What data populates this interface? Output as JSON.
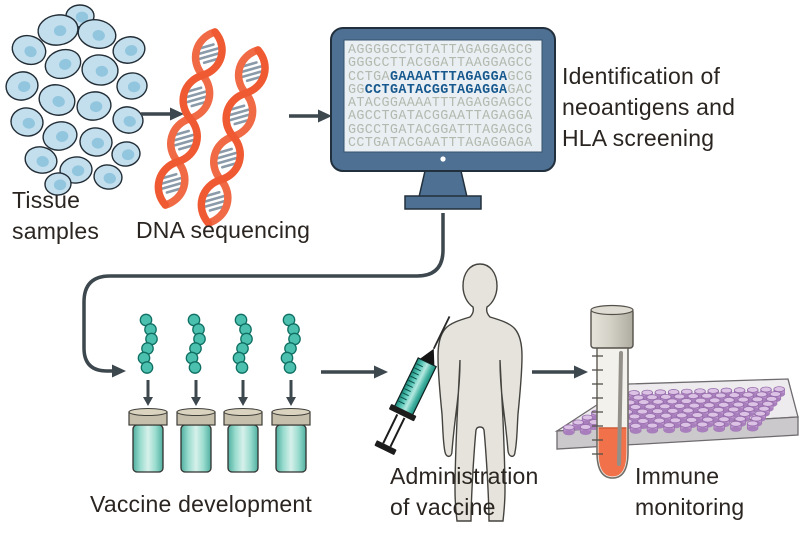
{
  "labels": {
    "tissue": "Tissue\nsamples",
    "dna": "DNA sequencing",
    "identification": "Identification of\nneoantigens and\nHLA screening",
    "vaccine": "Vaccine development",
    "administration": "Administration\nof vaccine",
    "immune": "Immune\nmonitoring"
  },
  "monitor": {
    "lines": [
      {
        "pre": "AGGGGCCTGTATTAGAGGAGCG",
        "mid": "",
        "post": ""
      },
      {
        "pre": "GGGCCTTACGGATTAAGGAGCC",
        "mid": "",
        "post": ""
      },
      {
        "pre": "CCTGA",
        "mid": "GAAAATTTAGAGGA",
        "post": "GCG"
      },
      {
        "pre": "GG",
        "mid": "CCTGATACGGTAGAGGA",
        "post": "GAC"
      },
      {
        "pre": "ATACGGAAAATTTAGAGGAGCC",
        "mid": "",
        "post": ""
      },
      {
        "pre": "AGCCTGATACGGAATTAGAGGA",
        "mid": "",
        "post": ""
      },
      {
        "pre": "GGCCTGATACGGATTTAGAGCG",
        "mid": "",
        "post": ""
      },
      {
        "pre": "CCTGATACGAATTTAGAGGAGA",
        "mid": "",
        "post": ""
      }
    ]
  },
  "wells": {
    "rows": 8,
    "cols": 12
  },
  "palette": {
    "monitor_blue": "#4e7193",
    "highlight_blue": "#17598e",
    "sequence_gray": "#b3b9ae",
    "arrow_slate": "#3c474e",
    "cell_blue": "#c3dfee",
    "nucleus_blue": "#92c6de",
    "helix_orange": "#f05a33",
    "rung_gray": "#8a9aa9",
    "bead_teal": "#4cc0af",
    "vial_teal": "#4fae9f",
    "cap_tan": "#c6bfab",
    "syringe_teal": "#2fb3a0",
    "human_gray": "#e5e3dc",
    "liquid_orange": "#f0714a",
    "well_purple": "#c79fd3",
    "text_dark": "#2a2521"
  }
}
